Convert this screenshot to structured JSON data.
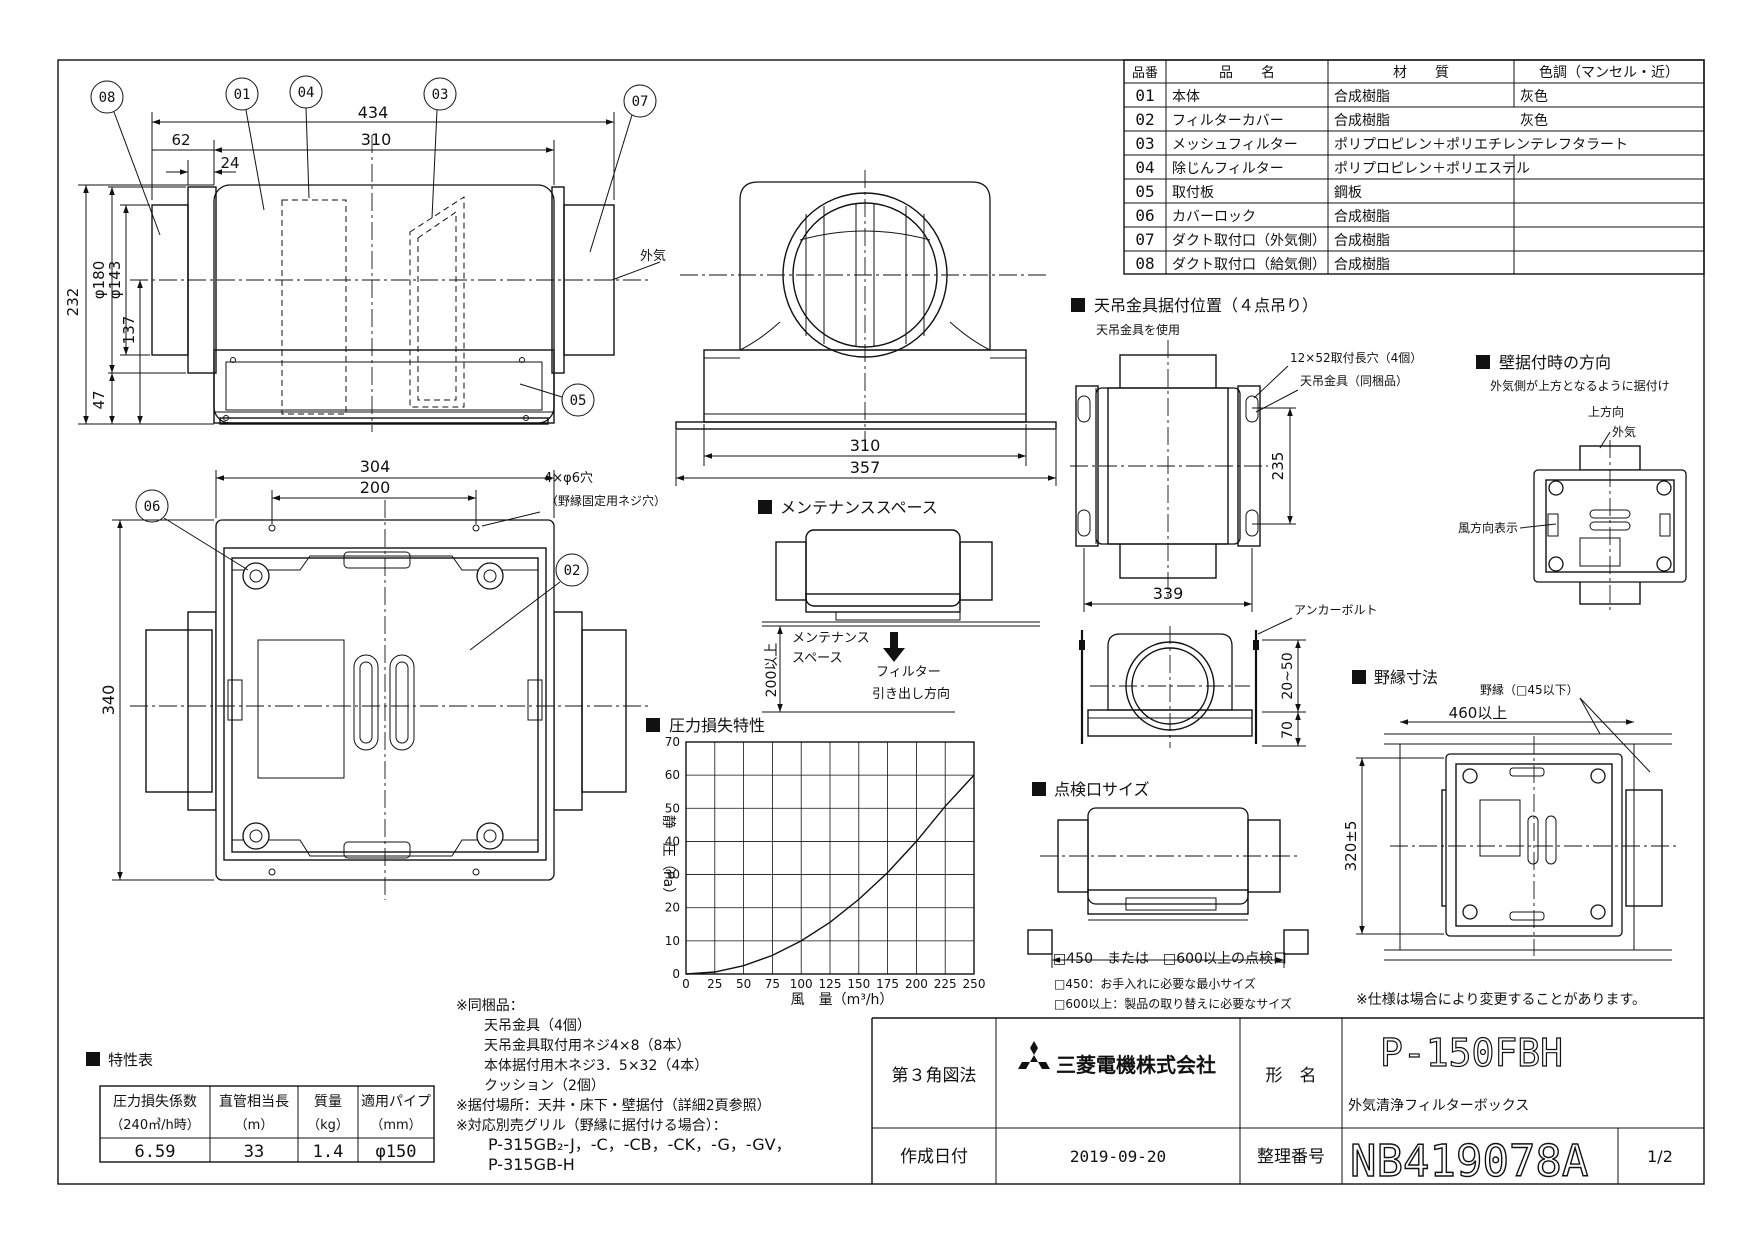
{
  "parts_table": {
    "headers": [
      "品番",
      "品　　名",
      "材　　質",
      "色調（マンセル・近）"
    ],
    "rows": [
      [
        "01",
        "本体",
        "合成樹脂",
        "灰色"
      ],
      [
        "02",
        "フィルターカバー",
        "合成樹脂",
        "灰色"
      ],
      [
        "03",
        "メッシュフィルター",
        "ポリプロピレン＋ポリエチレンテレフタラート",
        ""
      ],
      [
        "04",
        "除じんフィルター",
        "ポリプロピレン＋ポリエステル",
        ""
      ],
      [
        "05",
        "取付板",
        "鋼板",
        ""
      ],
      [
        "06",
        "カバーロック",
        "合成樹脂",
        ""
      ],
      [
        "07",
        "ダクト取付口（外気側）",
        "合成樹脂",
        ""
      ],
      [
        "08",
        "ダクト取付口（給気側）",
        "合成樹脂",
        ""
      ]
    ]
  },
  "front_view": {
    "callouts": [
      "08",
      "01",
      "04",
      "03",
      "07",
      "05"
    ],
    "dims": {
      "d434": "434",
      "d310": "310",
      "d62": "62",
      "d24": "24",
      "d232": "232",
      "d180": "φ180",
      "d143": "φ143",
      "d137": "137",
      "d47": "47"
    },
    "label_outside": "外気"
  },
  "top_view": {
    "callouts": [
      "06",
      "02"
    ],
    "dims": {
      "d304": "304",
      "d200": "200",
      "d340": "340"
    },
    "hole_note1": "4×φ6穴",
    "hole_note2": "（野縁固定用ネジ穴）"
  },
  "side_view": {
    "dims": {
      "d310": "310",
      "d357": "357"
    }
  },
  "maintenance": {
    "title": "メンテナンススペース",
    "dim": "200以上",
    "label1": "メンテナンス",
    "label2": "スペース",
    "arrow1": "フィルター",
    "arrow2": "引き出し方向"
  },
  "hanger": {
    "title": "天吊金具据付位置（４点吊り）",
    "subtitle": "天吊金具を使用",
    "note_slot": "12×52取付長穴（4個）",
    "note_bracket": "天吊金具（同梱品）",
    "dim235": "235",
    "dim339": "339",
    "note_bolt": "アンカーボルト",
    "dim2050": "20~50",
    "dim70": "70"
  },
  "wall": {
    "title": "壁据付時の方向",
    "subtitle": "外気側が上方となるように据付け",
    "up": "上方向",
    "outside": "外気",
    "wind": "風方向表示"
  },
  "pressure_chart_title": "圧力損失特性",
  "inspection": {
    "title": "点検口サイズ",
    "dim_note": "□450　または　□600以上の点検口",
    "note1": "□450：お手入れに必要な最小サイズ",
    "note2": "□600以上：製品の取り替えに必要なサイズ"
  },
  "noen": {
    "title": "野縁寸法",
    "note": "野縁（□45以下）",
    "dim460": "460以上",
    "dim320": "320±5"
  },
  "accessories": {
    "lines": [
      "※同梱品：",
      "　　天吊金具（4個）",
      "　　天吊金具取付用ネジ4×8（8本）",
      "　　本体据付用木ネジ3．5×32（4本）",
      "　　クッション（2個）",
      "※据付場所：天井・床下・壁据付（詳細2頁参照）",
      "※対応別売グリル（野縁に据付ける場合）：",
      "　　P-315GB₂-J，-C，-CB，-CK，-G，-GV，",
      "　　P-315GB-H"
    ]
  },
  "spec_table": {
    "title": "特性表",
    "headers": [
      "圧力損失係数",
      "直管相当長",
      "質量",
      "適用パイプ"
    ],
    "units": [
      "（240㎥/h時）",
      "（m）",
      "（kg）",
      "（mm）"
    ],
    "values": [
      "6.59",
      "33",
      "1.4",
      "φ150"
    ]
  },
  "title_block": {
    "projection": "第３角図法",
    "company": "三菱電機株式会社",
    "model_label": "形　名",
    "model": "P-150FBH",
    "product_name": "外気清浄フィルターボックス",
    "date_label": "作成日付",
    "date": "2019-09-20",
    "number_label": "整理番号",
    "number": "NB419078A",
    "page": "1/2"
  },
  "spec_note": "※仕様は場合により変更することがあります。",
  "chart_data": {
    "type": "line",
    "title": "圧力損失特性",
    "xlabel": "風　量（m³/h）",
    "ylabel": "静　圧（Pa）",
    "xlim": [
      0,
      250
    ],
    "ylim": [
      0,
      70
    ],
    "x_ticks": [
      0,
      25,
      50,
      75,
      100,
      125,
      150,
      175,
      200,
      225,
      250
    ],
    "y_ticks": [
      0,
      10,
      20,
      30,
      40,
      50,
      60,
      70
    ],
    "grid": true,
    "series": [
      {
        "x": [
          0,
          25,
          50,
          75,
          100,
          125,
          150,
          175,
          200,
          225,
          250
        ],
        "y": [
          0,
          0.6,
          2.5,
          5.6,
          10,
          15.6,
          22.5,
          30.6,
          40,
          50.6,
          60
        ]
      }
    ]
  }
}
